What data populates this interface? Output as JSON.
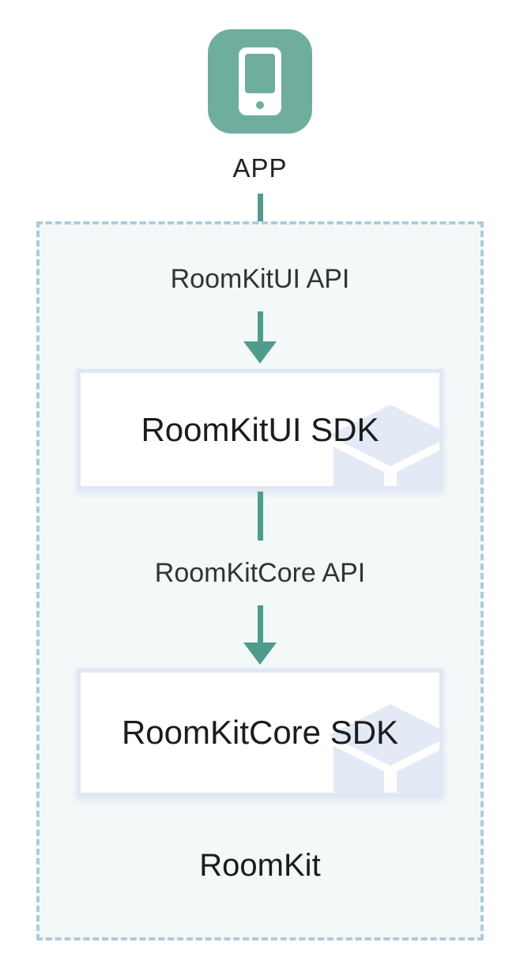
{
  "app": {
    "label": "APP",
    "icon": "mobile-phone-icon"
  },
  "container": {
    "label": "RoomKit",
    "connections": [
      {
        "api_label": "RoomKitUI API",
        "target": {
          "label": "RoomKitUI SDK",
          "icon": "package-cube-icon"
        }
      },
      {
        "api_label": "RoomKitCore API",
        "target": {
          "label": "RoomKitCore SDK",
          "icon": "package-cube-icon"
        }
      }
    ]
  },
  "colors": {
    "app_icon_teal": "#6FAE9F",
    "arrow_teal": "#4F9C8C",
    "dashed_border": "#AECBD9",
    "container_background": "#F3F8F9",
    "sdk_box_border": "#E2E7F4",
    "cube_watermark": "#E3EAF6",
    "text_dark": "#1C1C1C",
    "text_api": "#333333"
  }
}
